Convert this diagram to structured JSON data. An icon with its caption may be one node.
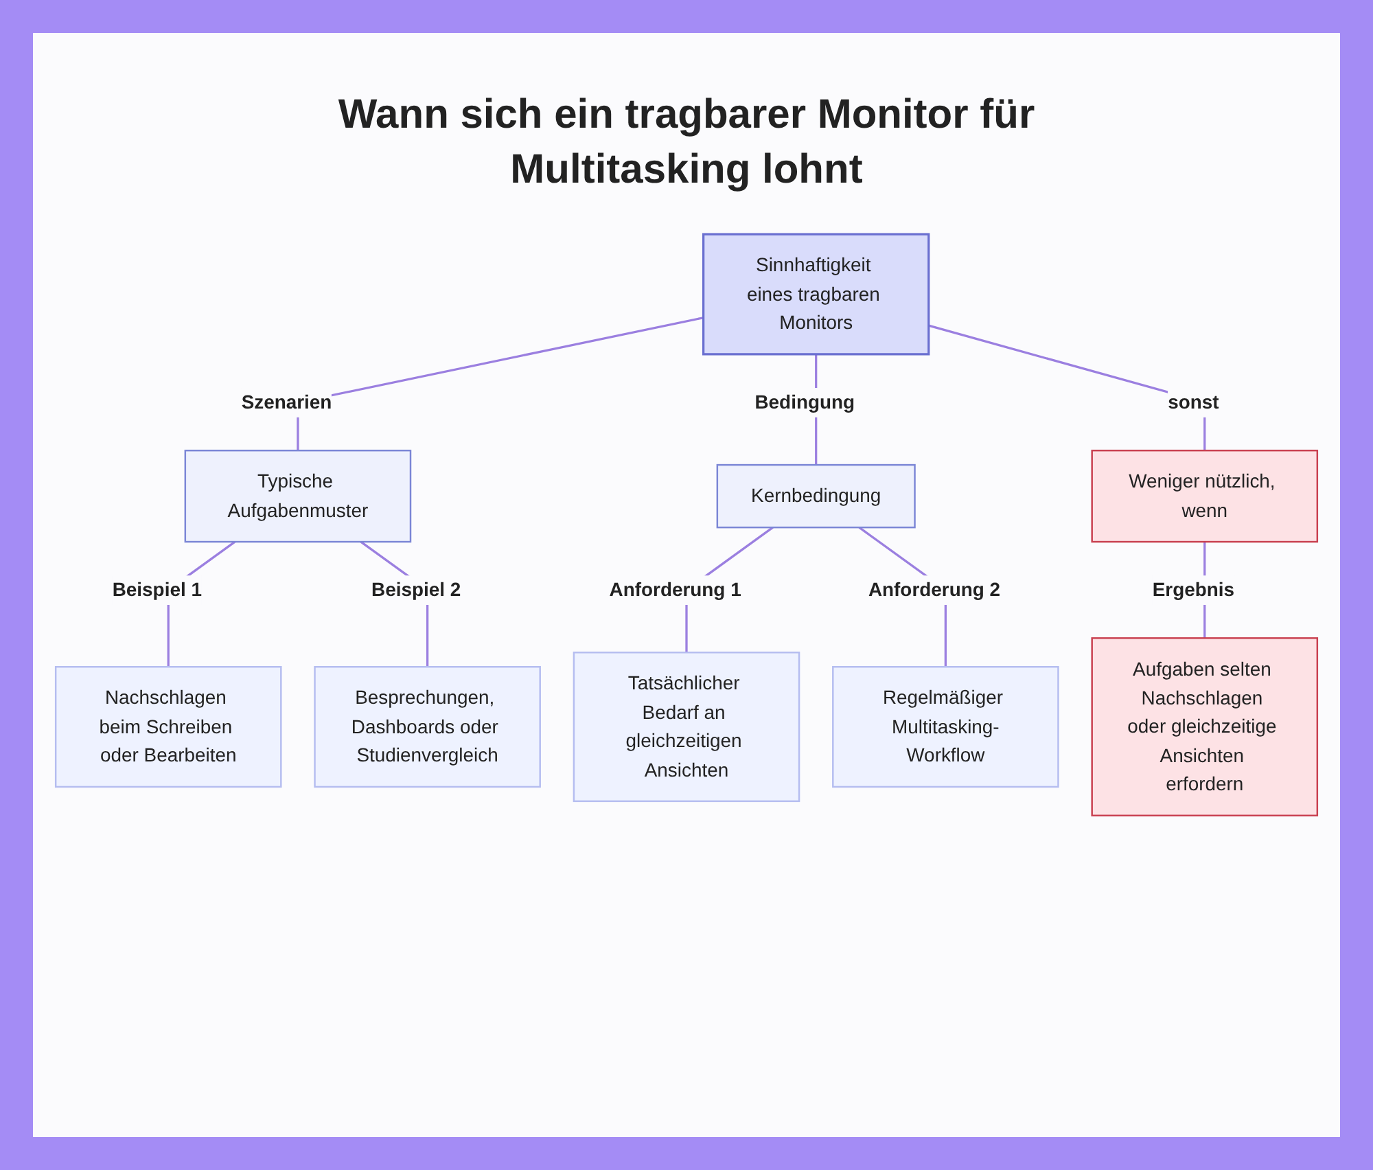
{
  "diagram": {
    "title": "Wann sich ein tragbarer Monitor für Multitasking lohnt",
    "nodes": [
      {
        "text": [
          "Sinnhaftigkeit eines tragbaren Monitors"
        ]
      },
      {
        "text": [
          "Typische Aufgabenmuster"
        ]
      },
      {
        "text": [
          "Kernbedingung"
        ]
      },
      {
        "text": [
          "Weniger nützlich, wenn"
        ]
      },
      {
        "text": [
          "Nachschlagen beim Schreiben oder Bearbeiten"
        ]
      },
      {
        "text": [
          "Besprechungen, Dashboards oder Studienvergleich"
        ]
      },
      {
        "text": [
          "Tatsächlicher Bedarf an gleichzeitigen Ansichten"
        ]
      },
      {
        "text": [
          "Regelmäßiger Multitasking-Workflow"
        ]
      },
      {
        "text": [
          "Aufgaben selten Nachschlagen oder gleichzeitige Ansichten erfordern"
        ]
      }
    ],
    "edges": [
      {
        "from": 0,
        "to": 1,
        "arrow": "none",
        "label": "Szenarien"
      },
      {
        "from": 0,
        "to": 2,
        "arrow": "none",
        "label": "Bedingung"
      },
      {
        "from": 0,
        "to": 3,
        "arrow": "none",
        "label": "sonst"
      },
      {
        "from": 1,
        "to": 4,
        "arrow": "none",
        "label": "Beispiel 1"
      },
      {
        "from": 1,
        "to": 5,
        "arrow": "none",
        "label": "Beispiel 2"
      },
      {
        "from": 2,
        "to": 6,
        "arrow": "none",
        "label": "Anforderung 1"
      },
      {
        "from": 2,
        "to": 7,
        "arrow": "none",
        "label": "Anforderung 2"
      },
      {
        "from": 3,
        "to": 8,
        "arrow": "none",
        "label": "Ergebnis"
      }
    ]
  }
}
